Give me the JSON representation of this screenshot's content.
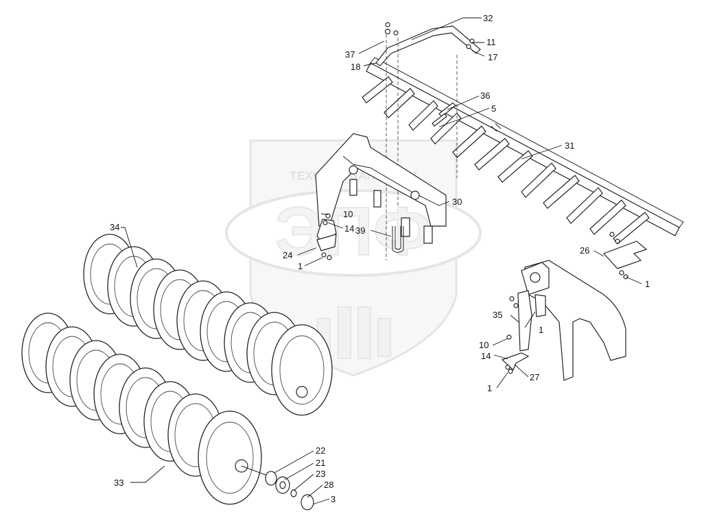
{
  "watermark": {
    "brand_text": "ТЕХНИКА ЗАПЧАСТИ",
    "logo_letters": "ЭПФ"
  },
  "callouts": [
    "32",
    "11",
    "17",
    "37",
    "18",
    "36",
    "5",
    "31",
    "30",
    "10",
    "14",
    "39",
    "24",
    "1",
    "26",
    "1",
    "35",
    "1",
    "10",
    "14",
    "27",
    "1",
    "34",
    "33",
    "22",
    "21",
    "23",
    "28",
    "3"
  ]
}
